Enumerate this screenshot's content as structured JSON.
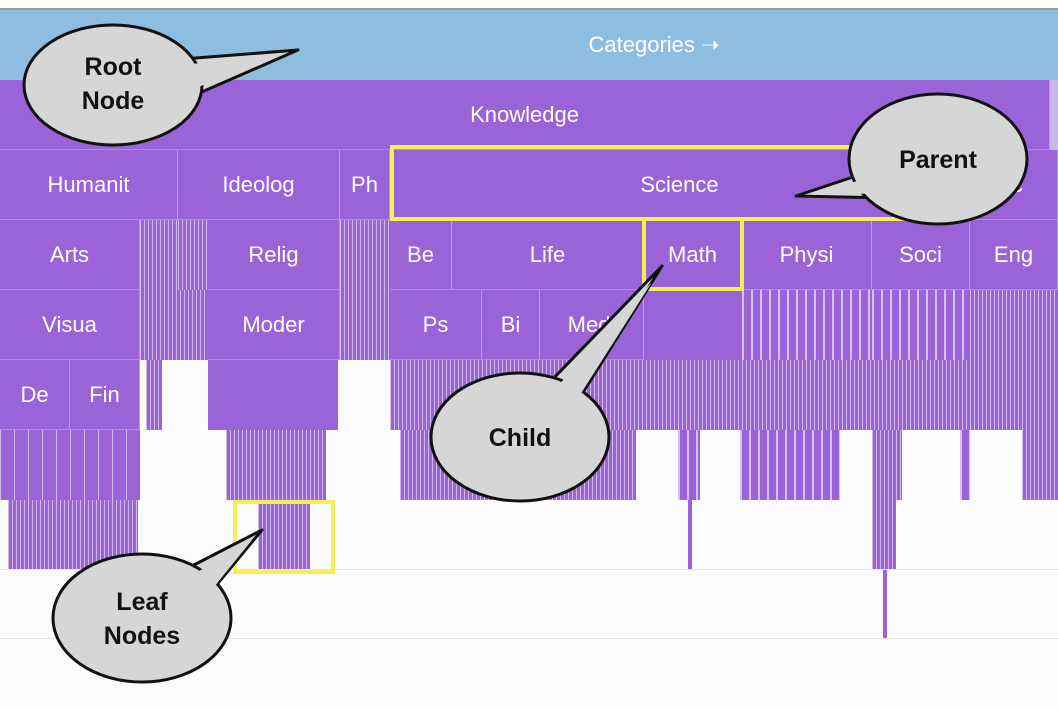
{
  "header": {
    "title": "Categories ➝"
  },
  "root": {
    "label": "Knowledge"
  },
  "level2": [
    "Humanit",
    "Ideolog",
    "Ph",
    "Science",
    "c"
  ],
  "level3": [
    "Arts",
    "Relig",
    "Be",
    "Life",
    "Math",
    "Physi",
    "Soci",
    "Eng"
  ],
  "level4": [
    "Visua",
    "Moder",
    "Ps",
    "Bi",
    "Medi"
  ],
  "level5": [
    "De",
    "Fin"
  ],
  "callouts": {
    "root": [
      "Root",
      "Node"
    ],
    "parent": [
      "Parent"
    ],
    "child": [
      "Child"
    ],
    "leaf": [
      "Leaf",
      "Nodes"
    ]
  },
  "colors": {
    "header": "#8fbde0",
    "node": "#9a63d8",
    "highlight": "#f6ef58",
    "bubble": "#d6d6d6"
  }
}
